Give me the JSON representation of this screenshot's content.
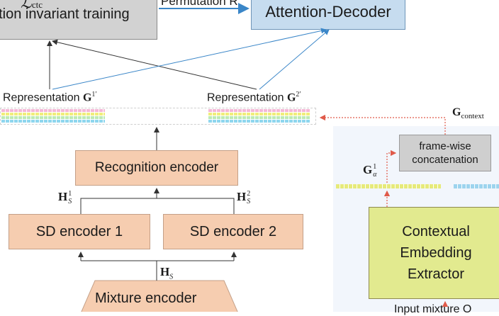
{
  "nodes": {
    "ctc_symbol": "ℒ",
    "ctc_subscript": "ctc",
    "ctc_subtitle": "ation invariant training",
    "permutation_label": "Permutation R",
    "attention_decoder": "Attention-Decoder",
    "recognition_encoder": "Recognition encoder",
    "sd_encoder_1": "SD encoder 1",
    "sd_encoder_2": "SD encoder 2",
    "mixture_encoder": "Mixture encoder",
    "frame_wise_line1": "frame-wise",
    "frame_wise_line2": "concatenation",
    "contextual_line1": "Contextual",
    "contextual_line2": "Embedding",
    "contextual_line3": "Extractor",
    "input_mixture": "Input mixture O"
  },
  "labels": {
    "representation_1_text": "Representation ",
    "representation_1_math": "G",
    "representation_1_sup": "1′",
    "representation_2_text": "Representation ",
    "representation_2_math": "G",
    "representation_2_sup": "2′",
    "g_context_math": "G",
    "g_context_sub": "context",
    "g_alpha_math": "G",
    "g_alpha_sup": "1",
    "g_alpha_sub": "α",
    "hs1_math": "H",
    "hs1_sup": "1",
    "hs1_sub": "S",
    "hs2_math": "H",
    "hs2_sup": "2",
    "hs2_sub": "S",
    "hs_math": "H",
    "hs_sub": "S"
  },
  "colors": {
    "ctc_box": "#d2d2d2",
    "attention_box": "#c6dcef",
    "encoder_box": "#f6cdb0",
    "extractor_box": "#e2ea8f",
    "arrow_blue": "#3a86c8",
    "arrow_dark": "#333333",
    "arrow_red_dotted": "#e05a4a",
    "strip_pink": "#f3b8d6",
    "strip_yellow": "#f1ee7a",
    "strip_green": "#bdeab4",
    "strip_cyan": "#8fd6ee",
    "strip_lightblue": "#bfe4f5"
  }
}
